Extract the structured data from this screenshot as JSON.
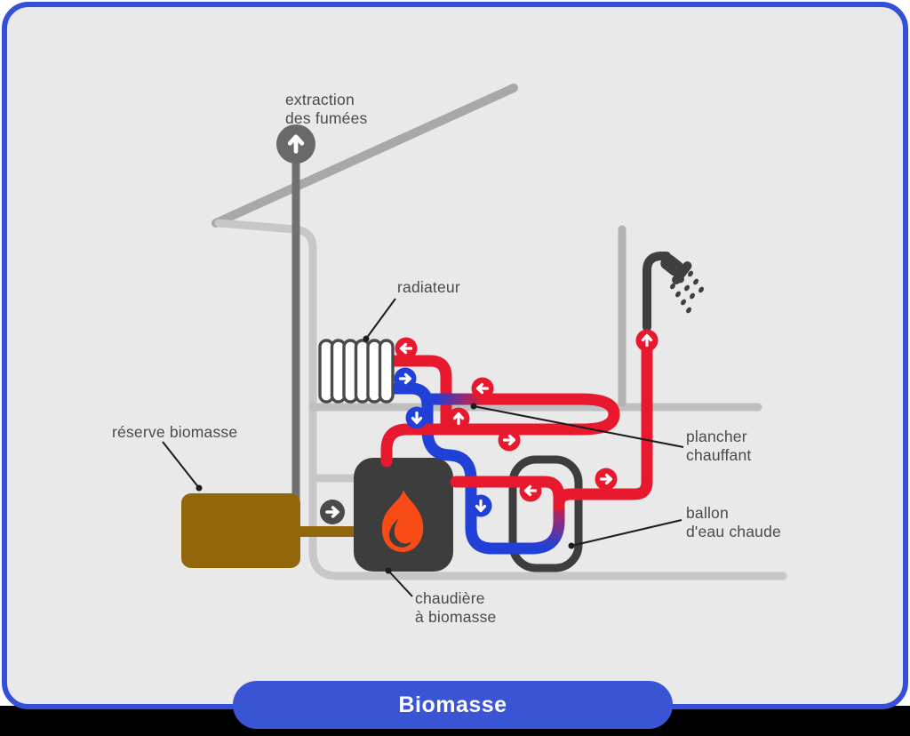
{
  "title": {
    "label": "Biomasse"
  },
  "labels": {
    "extraction": {
      "line1": "extraction",
      "line2": "des fumées"
    },
    "radiateur": {
      "line1": "radiateur"
    },
    "reserve": {
      "line1": "réserve biomasse"
    },
    "plancher": {
      "line1": "plancher",
      "line2": "chauffant"
    },
    "ballon": {
      "line1": "ballon",
      "line2": "d'eau chaude"
    },
    "chaudiere": {
      "line1": "chaudière",
      "line2": "à biomasse"
    }
  },
  "colors": {
    "hot_pipe": "#e8192f",
    "cold_pipe": "#2040d8",
    "card_border": "#3350d6",
    "card_bg": "#e9e9e9",
    "title_bg": "#3a55d4",
    "equipment_dark": "#3d3d3d",
    "biomass_brown": "#92660a",
    "flame_orange": "#f84b15",
    "label_text": "#4a4a4a"
  },
  "icons": [
    "flue-extraction-arrow-icon",
    "shower-icon",
    "water-drop-icons",
    "radiator-coil-icon",
    "flame-icon",
    "biomass-feed-arrow-icon",
    "flow-arrow-badges"
  ],
  "flow_arrows": [
    {
      "id": "radiator-supply",
      "direction": "left",
      "color": "hot"
    },
    {
      "id": "radiator-return",
      "direction": "right",
      "color": "cold"
    },
    {
      "id": "floor-loop-return",
      "direction": "left",
      "color": "hot"
    },
    {
      "id": "return-drop-upper",
      "direction": "down",
      "color": "cold"
    },
    {
      "id": "radiator-riser",
      "direction": "up",
      "color": "hot"
    },
    {
      "id": "floor-loop-supply",
      "direction": "right",
      "color": "hot"
    },
    {
      "id": "tank-to-boiler",
      "direction": "left",
      "color": "hot"
    },
    {
      "id": "tank-to-shower",
      "direction": "right",
      "color": "hot"
    },
    {
      "id": "shower-riser",
      "direction": "up",
      "color": "hot"
    },
    {
      "id": "return-drop-lower",
      "direction": "down",
      "color": "cold"
    },
    {
      "id": "biomass-feed",
      "direction": "right",
      "color": "dark"
    },
    {
      "id": "flue-extraction",
      "direction": "up",
      "color": "dark"
    }
  ]
}
